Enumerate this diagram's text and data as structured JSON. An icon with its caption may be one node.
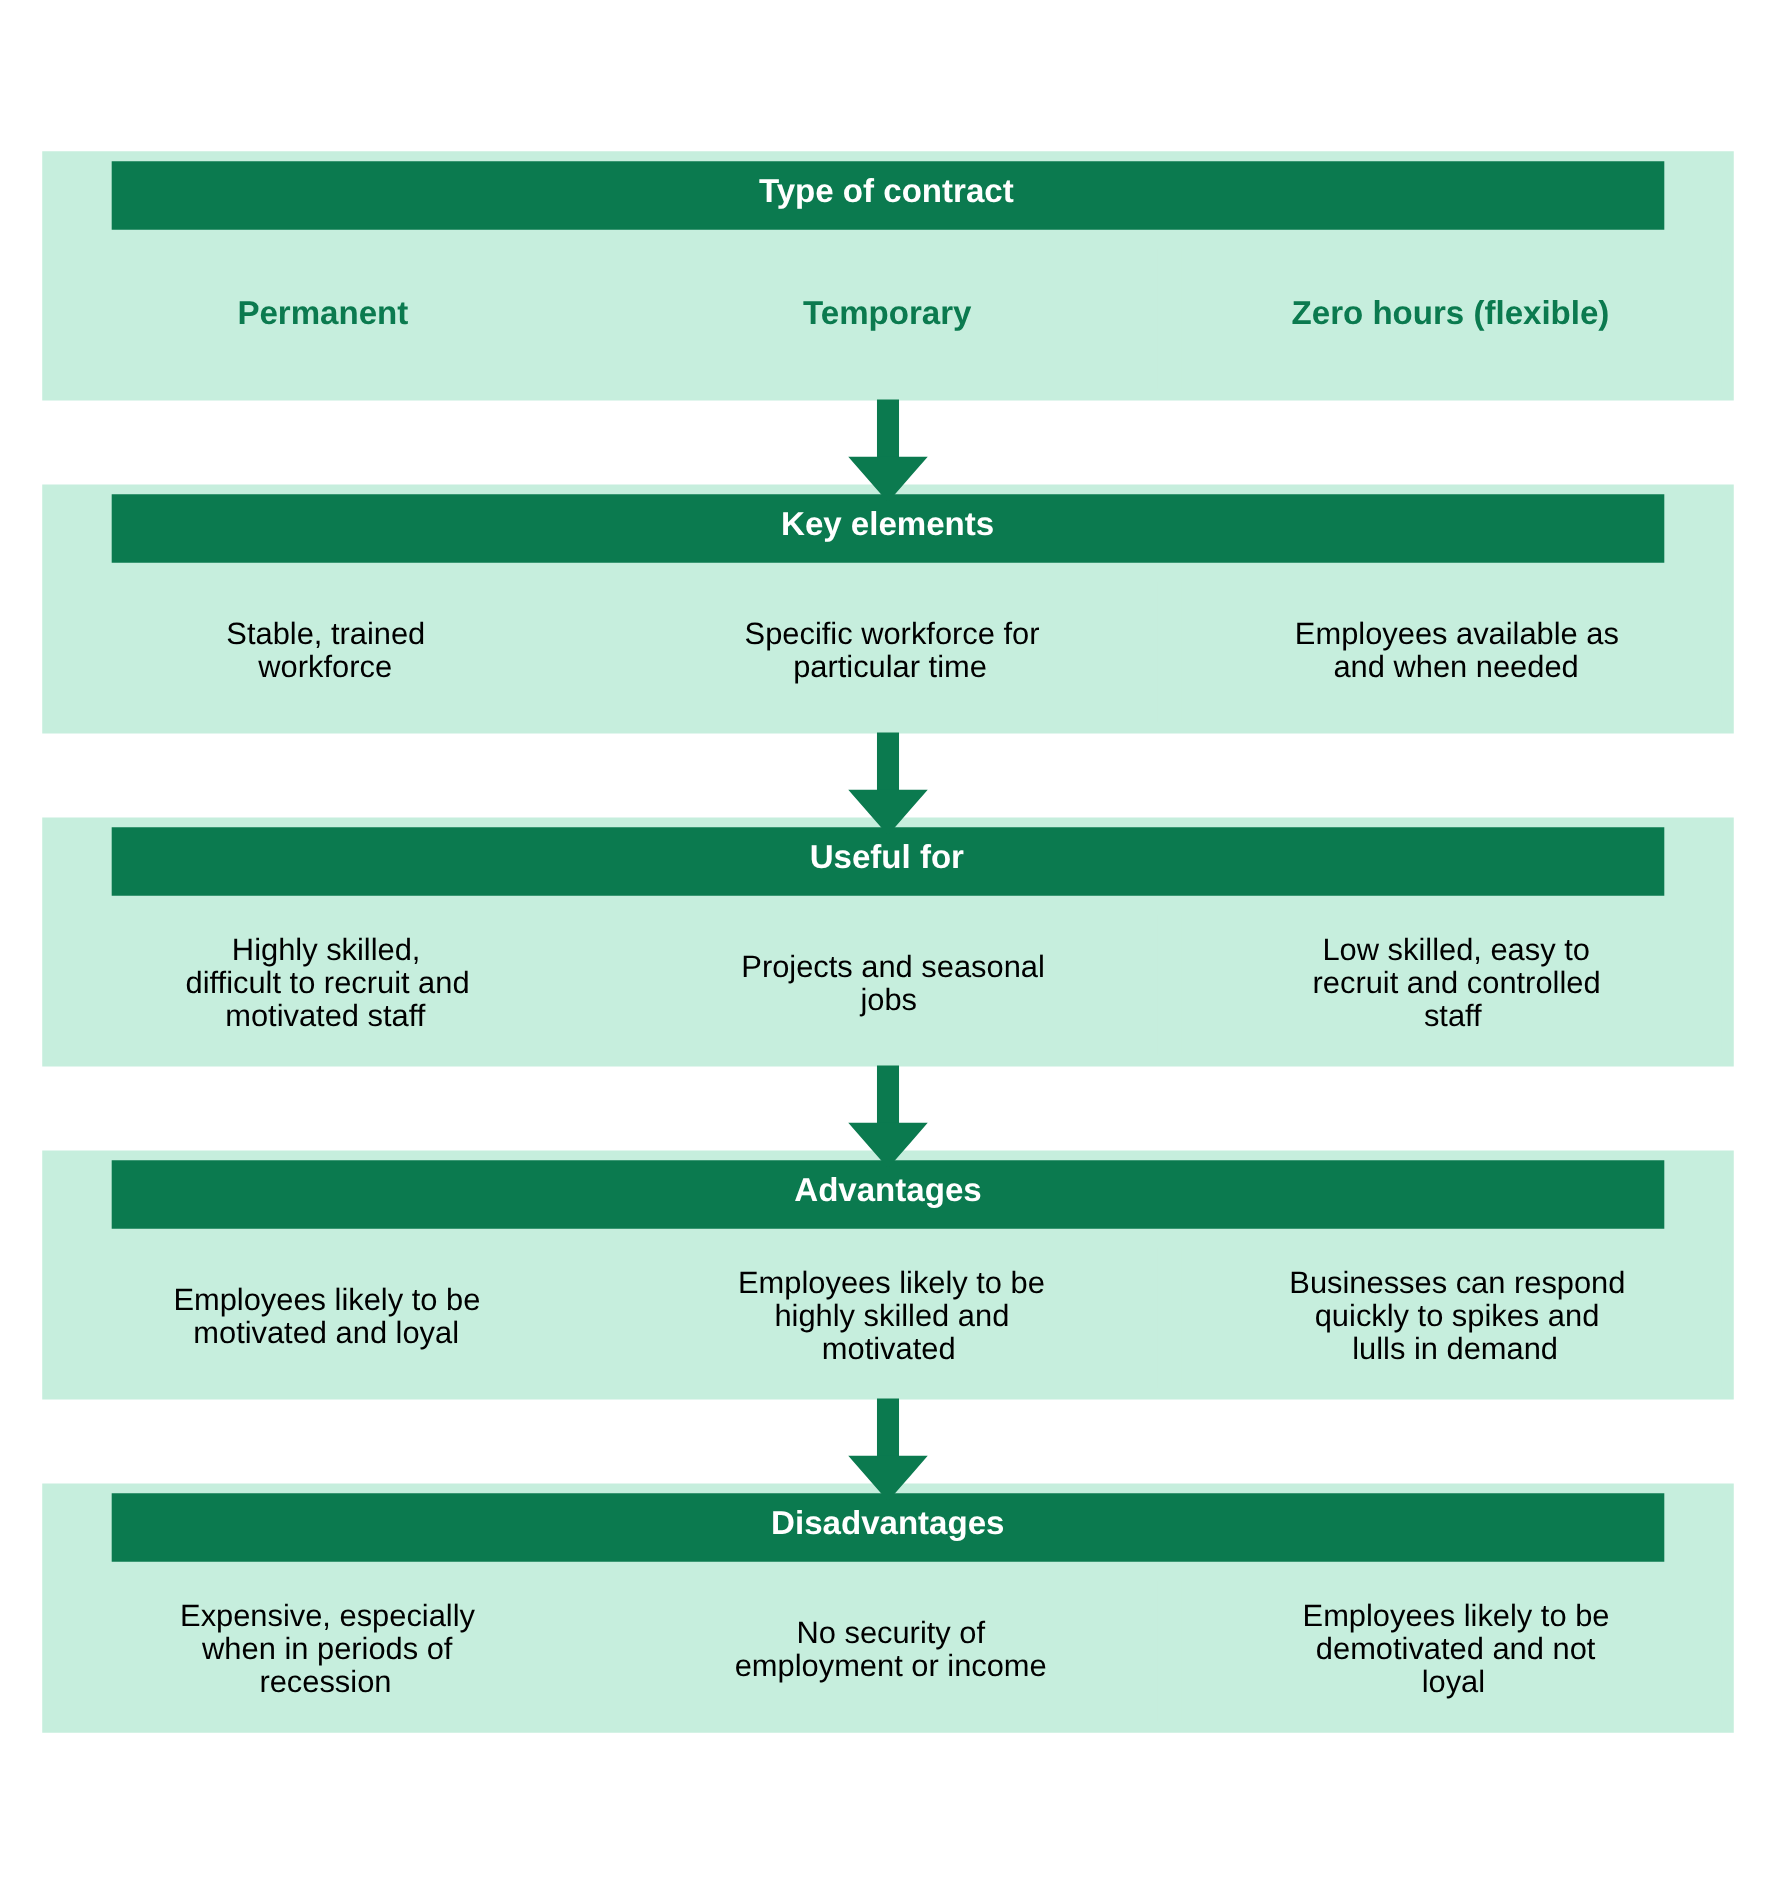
{
  "diagram": {
    "nodes": [
      {
        "text": [
          "Type of contract"
        ]
      },
      {
        "text": [
          "Permanent"
        ],
        "in": 0
      },
      {
        "text": [
          "Temporary"
        ],
        "in": 0
      },
      {
        "text": [
          "Zero hours (flexible)"
        ],
        "in": 0
      },
      {
        "text": [
          "Key elements"
        ]
      },
      {
        "text": [
          "Stable, trained workforce"
        ],
        "in": 4
      },
      {
        "text": [
          "Specific workforce for particular time"
        ],
        "in": 4
      },
      {
        "text": [
          "Employees available as and when needed"
        ],
        "in": 4
      },
      {
        "text": [
          "Useful for"
        ]
      },
      {
        "text": [
          "Highly skilled, difficult to recruit and motivated staff"
        ],
        "in": 8
      },
      {
        "text": [
          "Projects and seasonal jobs"
        ],
        "in": 8
      },
      {
        "text": [
          "Low skilled, easy to recruit and controlled staff"
        ],
        "in": 8
      },
      {
        "text": [
          "Advantages"
        ]
      },
      {
        "text": [
          "Employees likely to be motivated and loyal"
        ],
        "in": 12
      },
      {
        "text": [
          "Employees likely to be highly skilled and motivated"
        ],
        "in": 12
      },
      {
        "text": [
          "Businesses can respond quickly to spikes and lulls in demand"
        ],
        "in": 12
      },
      {
        "text": [
          "Disadvantages"
        ]
      },
      {
        "text": [
          "Expensive, especially when in periods of recession"
        ],
        "in": 16
      },
      {
        "text": [
          "No security of employment or income"
        ],
        "in": 16
      },
      {
        "text": [
          "Employees likely to be demotivated and not loyal"
        ],
        "in": 16
      }
    ],
    "edges": [
      {
        "from": 0,
        "to": 4,
        "arrow": "to"
      },
      {
        "from": 4,
        "to": 8,
        "arrow": "to"
      },
      {
        "from": 8,
        "to": 12,
        "arrow": "to"
      },
      {
        "from": 12,
        "to": 16,
        "arrow": "to"
      }
    ]
  }
}
